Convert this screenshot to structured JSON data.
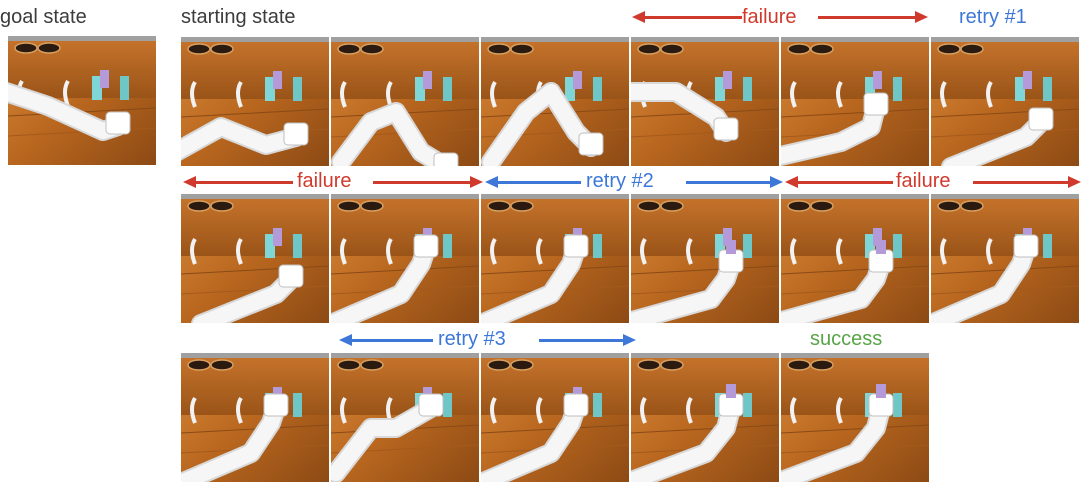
{
  "labels": {
    "goal": "goal state",
    "start": "starting state",
    "failure": "failure",
    "retry1": "retry #1",
    "retry2": "retry #2",
    "retry3": "retry #3",
    "success": "success"
  },
  "colors": {
    "failure": "#d03a2c",
    "retry": "#3d78d8",
    "success": "#58a447",
    "text": "#3c3c3c",
    "wood": "#b8661f",
    "robot": "#f4f4f4"
  },
  "frames": [
    {
      "row": "goal",
      "arm": "arm-reaching-block"
    },
    {
      "row": 1,
      "arm": "arm-reaching-right"
    },
    {
      "row": 1,
      "arm": "arm-high-bent"
    },
    {
      "row": 1,
      "arm": "arm-reaching-down"
    },
    {
      "row": 1,
      "arm": "arm-raised-gripper"
    },
    {
      "row": 1,
      "arm": "arm-low-gripper"
    },
    {
      "row": 1,
      "arm": "arm-gripper-at-block"
    },
    {
      "row": 2,
      "arm": "arm-gripper-at-block"
    },
    {
      "row": 2,
      "arm": "arm-extended-up"
    },
    {
      "row": 2,
      "arm": "arm-extended-up"
    },
    {
      "row": 2,
      "arm": "arm-holding-block"
    },
    {
      "row": 2,
      "arm": "arm-holding-block"
    },
    {
      "row": 2,
      "arm": "arm-extended-up"
    },
    {
      "row": 3,
      "arm": "arm-extended-up"
    },
    {
      "row": 3,
      "arm": "arm-elbow-raised"
    },
    {
      "row": 3,
      "arm": "arm-extended-up"
    },
    {
      "row": 3,
      "arm": "arm-block-on-shelf"
    },
    {
      "row": 3,
      "arm": "arm-block-on-shelf"
    }
  ]
}
